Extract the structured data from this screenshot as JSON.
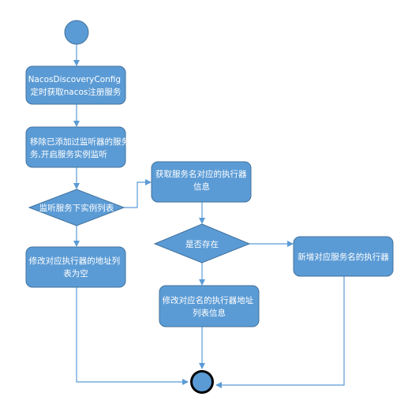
{
  "diagram": {
    "type": "flowchart",
    "colors": {
      "node_fill": "#5b9bd5",
      "node_stroke": "#41719c",
      "arrow": "#5b9bd5",
      "end_border": "#000000",
      "text": "#ffffff"
    },
    "nodes": {
      "start": {
        "shape": "start-circle"
      },
      "config_fetch": {
        "shape": "rounded-rect",
        "lines": [
          "NacosDiscoveryConfig",
          "定时获取nacos注册服务"
        ]
      },
      "remove_listeners": {
        "shape": "rounded-rect",
        "lines": [
          "移除已添加过监听器的服务",
          "务,开启服务实例监听"
        ]
      },
      "listen_instances": {
        "shape": "decision-diamond",
        "lines": [
          "监听服务下实例列表"
        ]
      },
      "modify_empty": {
        "shape": "rounded-rect",
        "lines": [
          "修改对应执行器的地址列",
          "表为空"
        ]
      },
      "get_executor": {
        "shape": "rounded-rect",
        "lines": [
          "获取服务名对应的执行器",
          "信息"
        ]
      },
      "exists": {
        "shape": "decision-diamond",
        "lines": [
          "是否存在"
        ]
      },
      "modify_list": {
        "shape": "rounded-rect",
        "lines": [
          "修改对应名的执行器地址",
          "列表信息"
        ]
      },
      "add_executor": {
        "shape": "rounded-rect",
        "lines": [
          "新增对应服务名的执行器"
        ]
      },
      "end": {
        "shape": "end-circle"
      }
    }
  }
}
